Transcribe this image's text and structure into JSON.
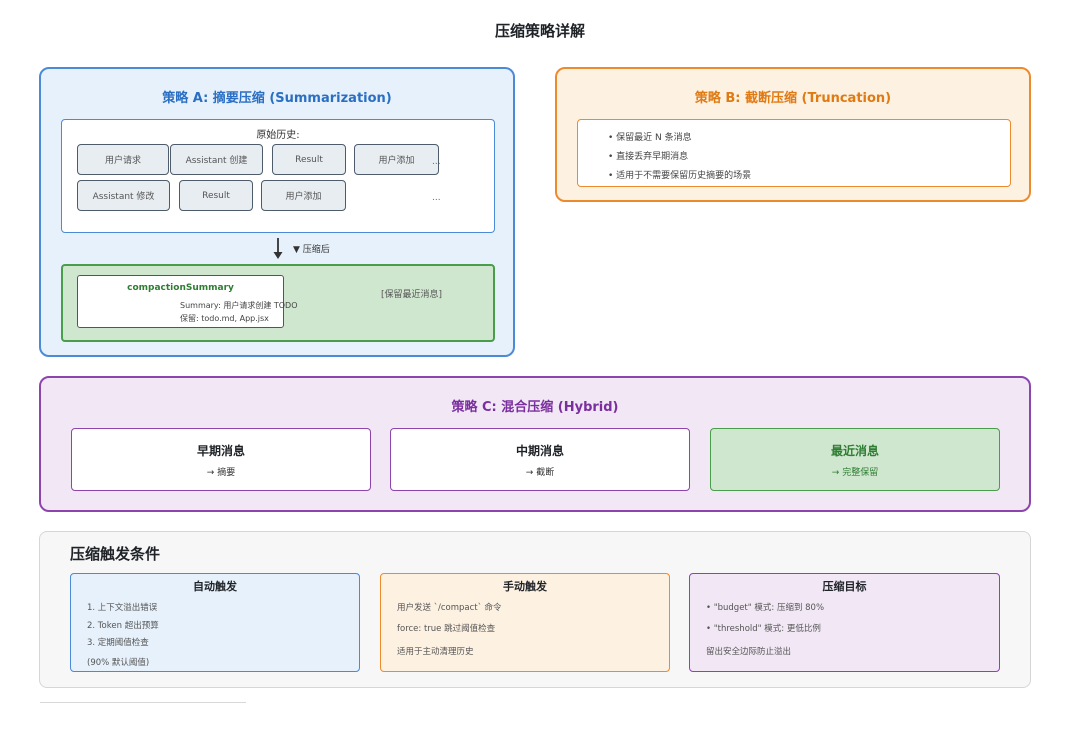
{
  "title": "压缩策略详解",
  "strategy_a": {
    "title": "策略 A: 摘要压缩 (Summarization)",
    "history_label": "原始历史:",
    "row1": [
      "用户请求",
      "Assistant 创建",
      "Result",
      "用户添加"
    ],
    "row1_ellipsis": "...",
    "row2": [
      "Assistant 修改",
      "Result",
      "用户添加"
    ],
    "row2_ellipsis": "...",
    "after_label": "▼ 压缩后",
    "summary_title": "compactionSummary",
    "summary_line1": "Summary: 用户请求创建 TODO",
    "summary_line2": "保留: todo.md, App.jsx",
    "recent_label": "[保留最近消息]"
  },
  "strategy_b": {
    "title": "策略 B: 截断压缩 (Truncation)",
    "items": [
      "• 保留最近 N 条消息",
      "• 直接丢弃早期消息",
      "• 适用于不需要保留历史摘要的场景"
    ]
  },
  "strategy_c": {
    "title": "策略 C: 混合压缩 (Hybrid)",
    "phases": [
      {
        "name": "早期消息",
        "action": "→ 摘要"
      },
      {
        "name": "中期消息",
        "action": "→ 截断"
      },
      {
        "name": "最近消息",
        "action": "→ 完整保留"
      }
    ]
  },
  "triggers": {
    "title": "压缩触发条件",
    "cards": [
      {
        "title": "自动触发",
        "lines": [
          "1. 上下文溢出错误",
          "2. Token 超出预算",
          "3. 定期阈值检查",
          "(90% 默认阈值)"
        ]
      },
      {
        "title": "手动触发",
        "lines": [
          "用户发送 `/compact` 命令",
          "force: true 跳过阈值检查",
          "适用于主动清理历史"
        ]
      },
      {
        "title": "压缩目标",
        "lines": [
          "• \"budget\" 模式: 压缩到 80%",
          "• \"threshold\" 模式: 更低比例",
          "留出安全边际防止溢出"
        ]
      }
    ]
  },
  "colors": {
    "blue": "#4a8ad6",
    "orange": "#ee8a2e",
    "purple": "#8e44ad",
    "green": "#4a9d4a"
  }
}
